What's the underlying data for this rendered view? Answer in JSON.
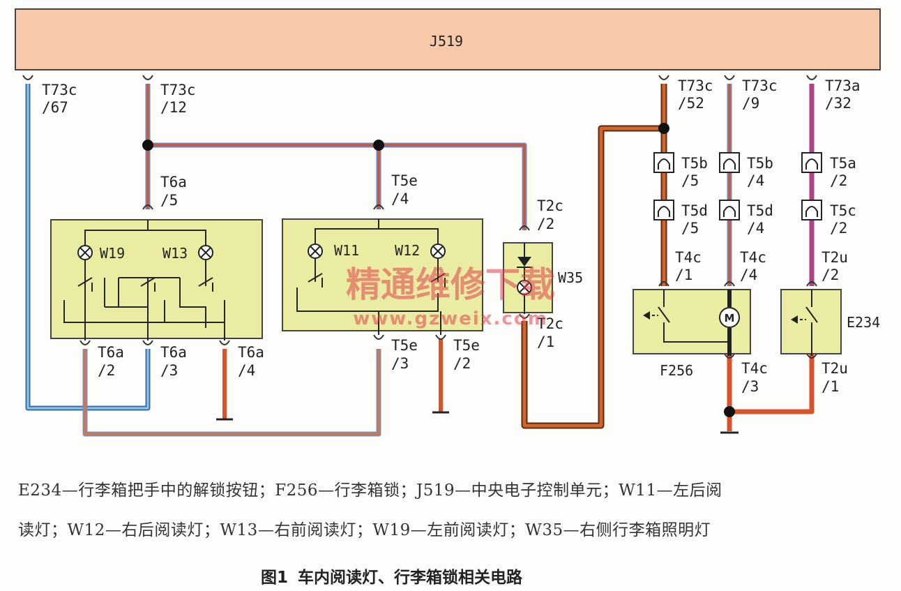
{
  "unit_label": "J519",
  "pins": {
    "t73c_67": [
      "T73c",
      "/67"
    ],
    "t73c_12": [
      "T73c",
      "/12"
    ],
    "t73c_52": [
      "T73c",
      "/52"
    ],
    "t73c_9": [
      "T73c",
      "/9"
    ],
    "t73a_32": [
      "T73a",
      "/32"
    ],
    "t6a_5": [
      "T6a",
      "/5"
    ],
    "t5e_4": [
      "T5e",
      "/4"
    ],
    "t2c_2": [
      "T2c",
      "/2"
    ],
    "t5b_5": [
      "T5b",
      "/5"
    ],
    "t5b_4": [
      "T5b",
      "/4"
    ],
    "t5a_2": [
      "T5a",
      "/2"
    ],
    "t5d_5": [
      "T5d",
      "/5"
    ],
    "t5d_4": [
      "T5d",
      "/4"
    ],
    "t5c_2": [
      "T5c",
      "/2"
    ],
    "t4c_1": [
      "T4c",
      "/1"
    ],
    "t4c_4": [
      "T4c",
      "/4"
    ],
    "t2u_2": [
      "T2u",
      "/2"
    ],
    "t6a_2": [
      "T6a",
      "/2"
    ],
    "t6a_3": [
      "T6a",
      "/3"
    ],
    "t6a_4": [
      "T6a",
      "/4"
    ],
    "t5e_3": [
      "T5e",
      "/3"
    ],
    "t5e_2": [
      "T5e",
      "/2"
    ],
    "t2c_1": [
      "T2c",
      "/1"
    ],
    "t4c_3": [
      "T4c",
      "/3"
    ],
    "t2u_1": [
      "T2u",
      "/1"
    ]
  },
  "components": {
    "w19": "W19",
    "w13": "W13",
    "w11": "W11",
    "w12": "W12",
    "w35": "W35",
    "f256": "F256",
    "e234": "E234",
    "motor": "M"
  },
  "watermark": {
    "text": "精通维修下载",
    "url": "www.gzweix.com"
  },
  "caption": {
    "line1": "E234—行李箱把手中的解锁按钮；F256—行李箱锁；J519—中央电子控制单元；W11—左后阅",
    "line2": "读灯；W12—右后阅读灯；W13—右前阅读灯；W19—左前阅读灯；W35—右侧行李箱照明灯"
  },
  "figure_title": {
    "number": "图1",
    "text": "车内阅读灯、行李箱锁相关电路"
  },
  "colors": {
    "unit_fill": "#f7c9a8",
    "box_fill": "#eaeca2",
    "wire_blue": "#6aa8d8",
    "wire_red": "#d9532a",
    "wire_brown": "#c8541c",
    "wire_violet": "#b0428a",
    "watermark": "#e0404a"
  }
}
